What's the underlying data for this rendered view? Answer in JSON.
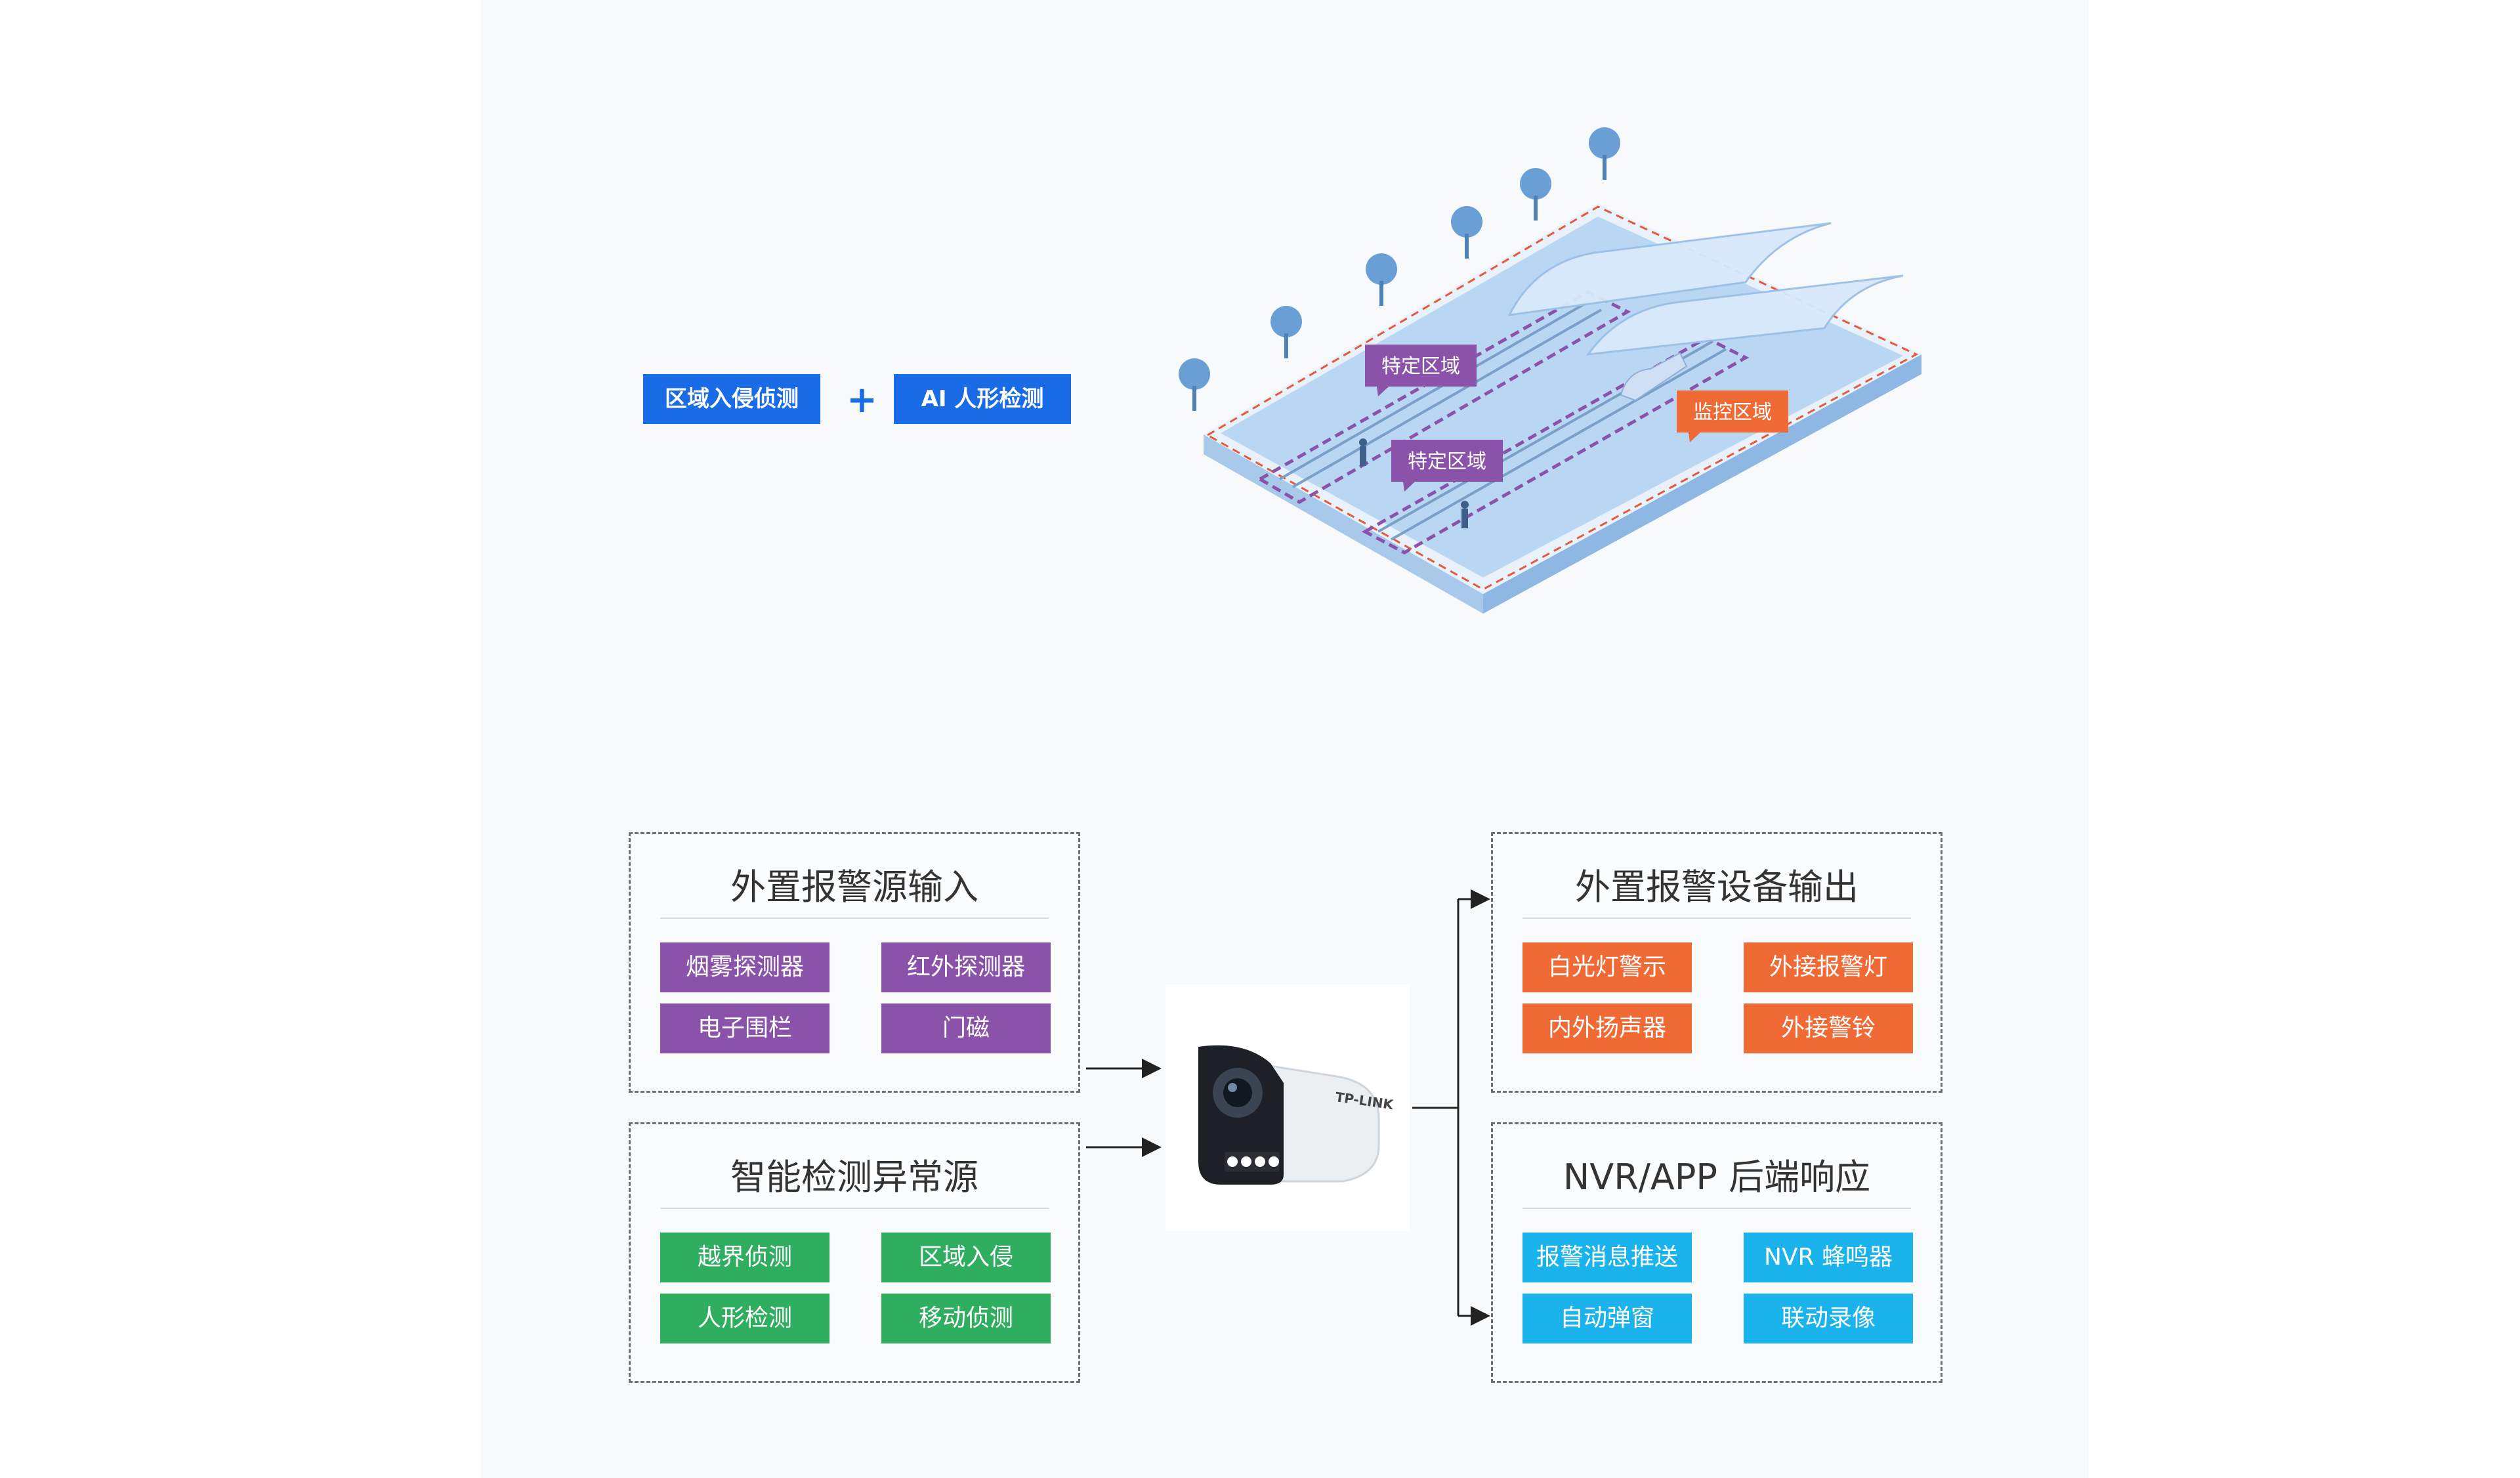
{
  "top": {
    "tag_left": "区域入侵侦测",
    "plus": "+",
    "tag_right": "AI 人形检测"
  },
  "scene": {
    "zone_1": "特定区域",
    "zone_2": "特定区域",
    "zone_3": "监控区域"
  },
  "colors": {
    "blue": "#1a6ce6",
    "purple": "#8a52a8",
    "green": "#2fae5f",
    "orange": "#f06a36",
    "cyan": "#1ab3ec"
  },
  "panels": {
    "input": {
      "title": "外置报警源输入",
      "items": [
        "烟雾探测器",
        "红外探测器",
        "电子围栏",
        "门磁"
      ]
    },
    "smart": {
      "title": "智能检测异常源",
      "items": [
        "越界侦测",
        "区域入侵",
        "人形检测",
        "移动侦测"
      ]
    },
    "output": {
      "title": "外置报警设备输出",
      "items": [
        "白光灯警示",
        "外接报警灯",
        "内外扬声器",
        "外接警铃"
      ]
    },
    "nvr": {
      "title": "NVR/APP 后端响应",
      "items": [
        "报警消息推送",
        "NVR 蜂鸣器",
        "自动弹窗",
        "联动录像"
      ]
    }
  },
  "camera": {
    "brand": "TP-LINK"
  }
}
